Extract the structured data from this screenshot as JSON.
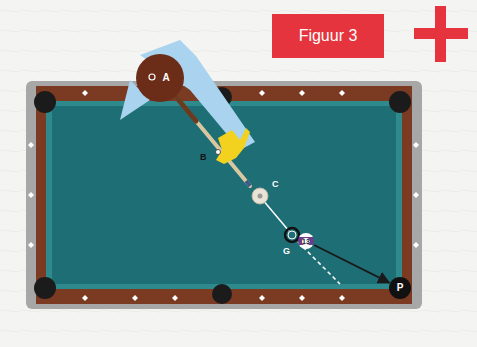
{
  "diagram": {
    "nodes": [
      {
        "text": [
          "Figuur 3"
        ]
      },
      {
        "text": [
          "A"
        ]
      },
      {
        "text": [
          "13"
        ]
      },
      {
        "text": [
          "P"
        ]
      }
    ],
    "edges": [
      {
        "from": 2,
        "to": 3,
        "arrow": "to"
      }
    ],
    "labels": [
      "B",
      "C",
      "G"
    ]
  }
}
